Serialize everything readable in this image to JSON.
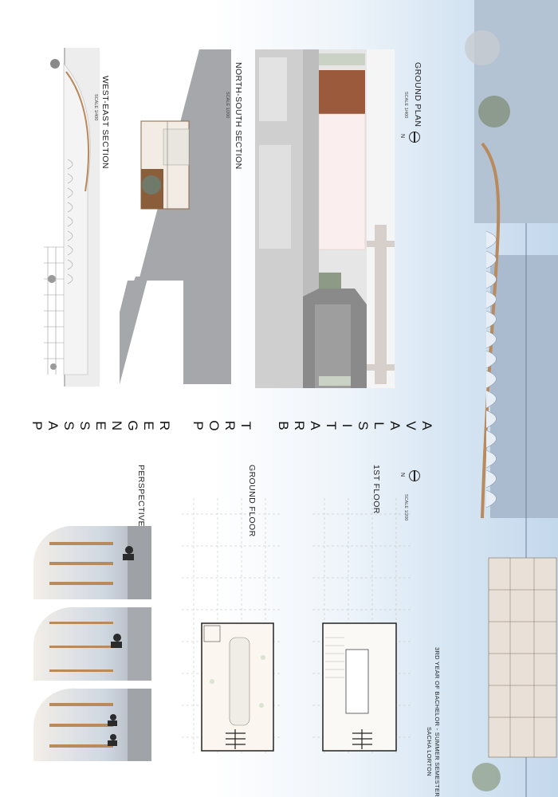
{
  "title_letters": {
    "word1": [
      "P",
      "A",
      "S",
      "S",
      "E",
      "N",
      "G",
      "E",
      "R"
    ],
    "word2": [
      "P",
      "O",
      "R",
      "T"
    ],
    "word3": [
      "B",
      "R",
      "A",
      "T",
      "I",
      "S",
      "L",
      "A",
      "V",
      "A"
    ]
  },
  "labels": {
    "west_east_section": "WEST-EAST SECTION",
    "north_south_section": "NORTH-SOUTH SECTION",
    "ground_plan": "GROUND PLAN",
    "perspective": "PERSPECTIVE",
    "ground_floor": "GROUND FLOOR",
    "first_floor": "1ST FLOOR",
    "north": "N"
  },
  "scales": {
    "west_east": "SCALE 1/400",
    "north_south": "SCALE 1/200",
    "ground_plan": "SCALE 1/400",
    "floors": "SCALE 1/200"
  },
  "credits": {
    "author": "SACHA LORTON",
    "course": "3RD YEAR OF BACHELOR - SUMMER SEMESTER"
  },
  "colors": {
    "wood": "#b88a5c",
    "concrete": "#9a9c9f",
    "sky": "#c9dbee",
    "pink": "#fbeeee",
    "terracotta": "#9b5a3c"
  }
}
